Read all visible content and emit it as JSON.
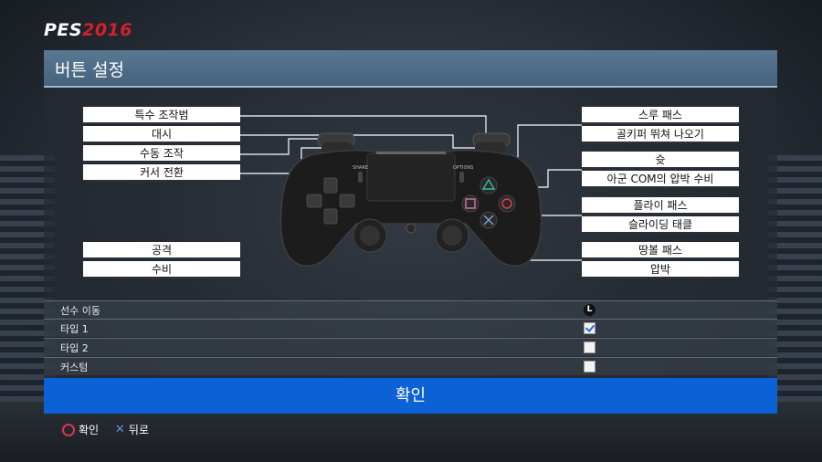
{
  "logo": {
    "pes": "PES",
    "year": "2016"
  },
  "title": "버튼 설정",
  "left_labels_top": [
    "특수 조작범",
    "대시",
    "수동 조작",
    "커서 전환"
  ],
  "left_labels_bottom": [
    "공격",
    "수비"
  ],
  "right_group_1": [
    "스루 패스",
    "골키퍼 뛰쳐 나오기"
  ],
  "right_group_2": [
    "슛",
    "아군 COM의 압박 수비"
  ],
  "right_group_3": [
    "플라이 패스",
    "슬라이딩 태클"
  ],
  "right_group_4": [
    "땅볼 패스",
    "압박"
  ],
  "controller": {
    "share": "SHARE",
    "options": "OPTIONS"
  },
  "options": [
    {
      "label": "선수 이동",
      "control": "stick",
      "icon_text": "L"
    },
    {
      "label": "타입 1",
      "control": "checkbox",
      "checked": true
    },
    {
      "label": "타입 2",
      "control": "checkbox",
      "checked": false
    },
    {
      "label": "커스텀",
      "control": "checkbox",
      "checked": false
    }
  ],
  "confirm": "확인",
  "footer": {
    "confirm": "확인",
    "back": "뒤로"
  },
  "colors": {
    "accent": "#0b62d6",
    "title_bar": "#4f6c87",
    "circle": "#d93550",
    "cross": "#6b8fd8"
  }
}
